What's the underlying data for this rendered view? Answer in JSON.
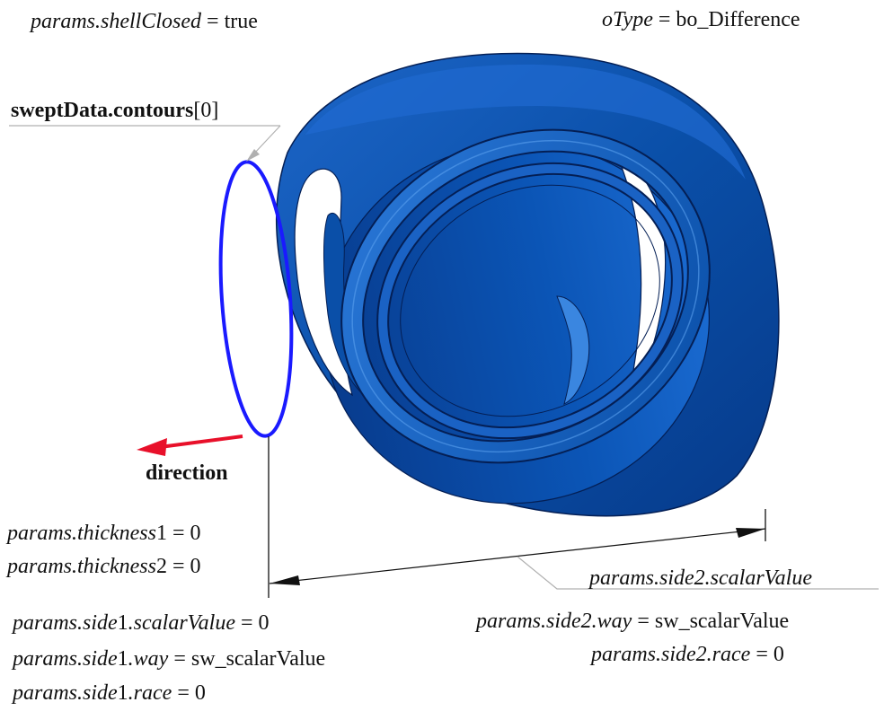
{
  "labels": {
    "shell_closed": {
      "name": "params.shellClosed",
      "value": "true"
    },
    "otype": {
      "name": "oType",
      "value": "bo_Difference"
    },
    "contour": {
      "name": "sweptData.contours",
      "index": "[0]"
    },
    "direction": "direction",
    "thickness1": {
      "name_a": "params.thickness",
      "name_b": "1",
      "value": "0"
    },
    "thickness2": {
      "name_a": "params.thickness",
      "name_b": "2",
      "value": "0"
    },
    "side2_scalar": {
      "name": "params.side2.scalarValue"
    },
    "side2_way": {
      "name": "params.side2.way",
      "value": "sw_scalarValue"
    },
    "side2_race": {
      "name": "params.side2.race",
      "value": "0"
    },
    "side1_scalar": {
      "name_a": "params.side",
      "name_b": "1",
      "name_c": ".scalarValue",
      "value": "0"
    },
    "side1_way": {
      "name_a": "params.side",
      "name_b": "1",
      "name_c": ".way",
      "value": "sw_scalarValue"
    },
    "side1_race": {
      "name_a": "params.side",
      "name_b": "1",
      "name_c": ".race",
      "value": "0"
    }
  },
  "colors": {
    "body": "#0a4fa8",
    "body_dark": "#062f78",
    "body_light": "#2f7ee0",
    "contour": "#1a1aff",
    "direction_arrow": "#e8102a",
    "leader": "#b0b0b0"
  }
}
